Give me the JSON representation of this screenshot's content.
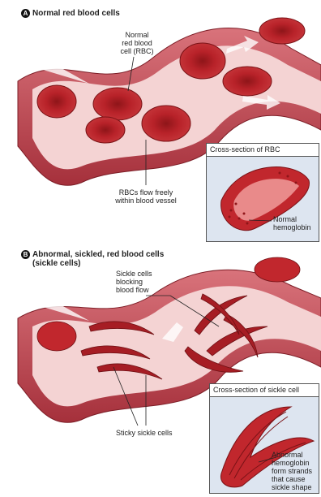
{
  "panel_a": {
    "badge": "A",
    "title": "Normal red blood cells",
    "label_normal_rbc": "Normal\nred blood\ncell (RBC)",
    "label_flow": "RBCs flow freely\nwithin blood vessel",
    "inset_title": "Cross-section of RBC",
    "inset_label": "Normal\nhemoglobin"
  },
  "panel_b": {
    "badge": "B",
    "title": "Abnormal, sickled, red blood cells\n(sickle cells)",
    "label_blocking": "Sickle cells\nblocking\nblood flow",
    "label_sticky": "Sticky sickle cells",
    "inset_title": "Cross-section of sickle cell",
    "inset_label": "Abnormal\nhemoglobin\nform strands\nthat cause\nsickle shape"
  },
  "colors": {
    "vessel_outer": "#b8404c",
    "vessel_inner": "#f2c9c9",
    "rbc": "#c1272d",
    "rbc_dark": "#8e1519",
    "inset_bg": "#dde5f0"
  }
}
